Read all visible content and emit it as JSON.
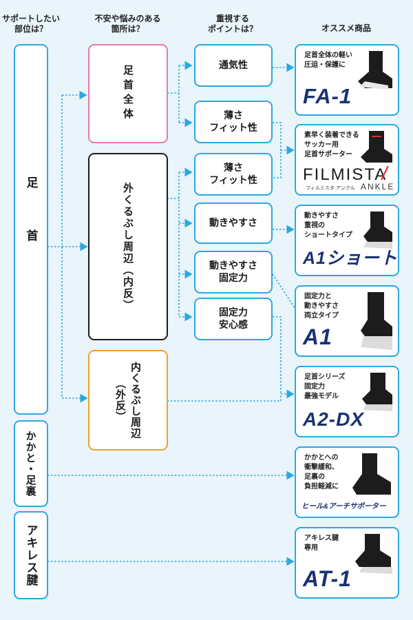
{
  "headers": {
    "part": "サポートしたい\n部位は？",
    "concern": "不安や悩みのある\n箇所は？",
    "point": "重視する\nポイントは？",
    "product": "オススメ商品"
  },
  "parts": {
    "ankle": "足首",
    "heel": "かかと・足裏",
    "achilles": "アキレス腱"
  },
  "concerns": {
    "whole": "足首全体",
    "outer": "外くるぶし周辺（内反）",
    "inner_l1": "内くるぶし周辺",
    "inner_l2": "（外反）"
  },
  "points": {
    "p1": "通気性",
    "p2": "薄さ\nフィット性",
    "p3": "薄さ\nフィット性",
    "p4": "動きやすさ",
    "p5": "動きやすさ\n固定力",
    "p6": "固定力\n安心感"
  },
  "products": [
    {
      "desc": "足首全体の軽い\n圧迫・保護に",
      "name": "FA-1"
    },
    {
      "desc": "素早く装着できる\nサッカー用\n足首サポーター",
      "name": "FILMISTA",
      "sub": "フィルミスタ アンクル",
      "sub2": "ANKLE"
    },
    {
      "desc": "動きやすさ\n重視の\nショートタイプ",
      "name": "A1ショート"
    },
    {
      "desc": "固定力と\n動きやすさ\n両立タイプ",
      "name": "A1"
    },
    {
      "desc": "足首シリーズ\n固定力\n最強モデル",
      "name": "A2-DX"
    },
    {
      "desc": "かかとへの\n衝撃緩和、\n足裏の\n負担軽減に",
      "name": "ヒール&アーチサポーター"
    },
    {
      "desc": "アキレス腱\n専用",
      "name": "AT-1"
    }
  ],
  "colors": {
    "accent": "#29a8e0",
    "navy": "#1a3172",
    "background": "#e9f4fb",
    "concern_whole": "#e678ad",
    "concern_outer": "#1b1b1b",
    "concern_inner": "#eea030",
    "filmista_red": "#d3382e"
  }
}
